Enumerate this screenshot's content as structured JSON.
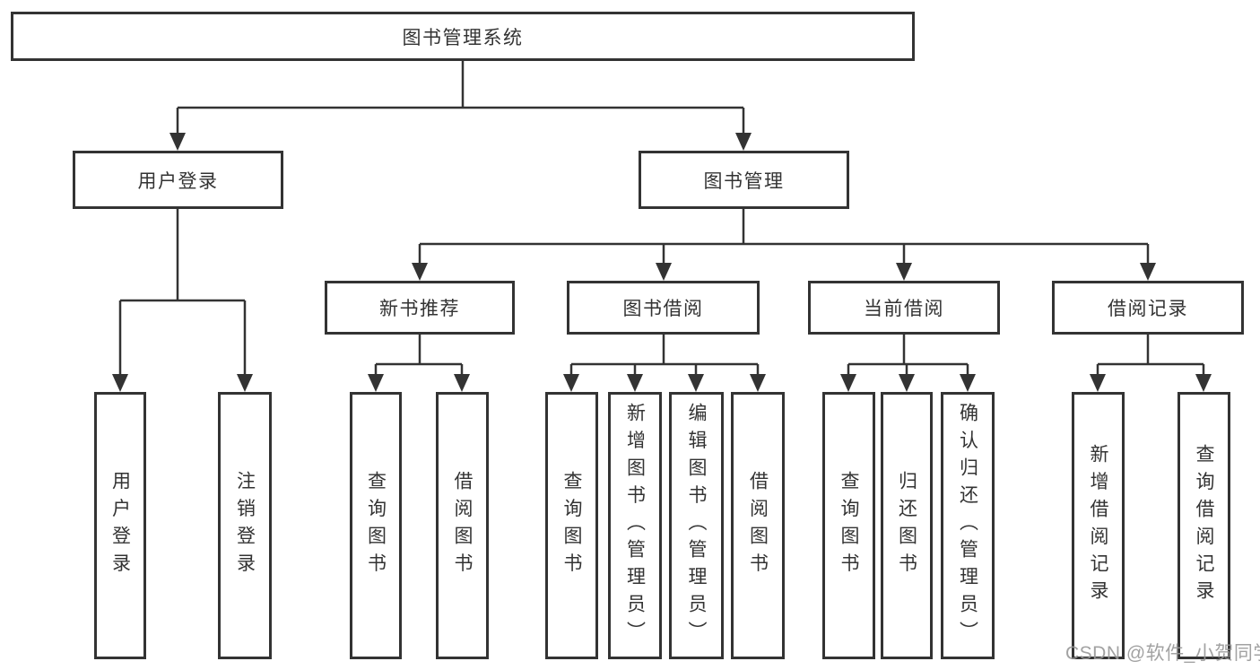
{
  "tree": {
    "root": {
      "label": "图书管理系统",
      "children": [
        {
          "label": "用户登录",
          "children": [
            {
              "label": "用户登录"
            },
            {
              "label": "注销登录"
            }
          ]
        },
        {
          "label": "图书管理",
          "children": [
            {
              "label": "新书推荐",
              "children": [
                {
                  "label": "查询图书"
                },
                {
                  "label": "借阅图书"
                }
              ]
            },
            {
              "label": "图书借阅",
              "children": [
                {
                  "label": "查询图书"
                },
                {
                  "label": "新增图书（管理员）"
                },
                {
                  "label": "编辑图书（管理员）"
                },
                {
                  "label": "借阅图书"
                }
              ]
            },
            {
              "label": "当前借阅",
              "children": [
                {
                  "label": "查询图书"
                },
                {
                  "label": "归还图书"
                },
                {
                  "label": "确认归还（管理员）"
                }
              ]
            },
            {
              "label": "借阅记录",
              "children": [
                {
                  "label": "新增借阅记录"
                },
                {
                  "label": "查询借阅记录"
                }
              ]
            }
          ]
        }
      ]
    }
  },
  "watermark": {
    "text": "CSDN @软件_小贺同学"
  },
  "colors": {
    "line": "#333333",
    "box_border": "#333333",
    "text": "#333333",
    "watermark": "#989898",
    "background": "#ffffff"
  }
}
